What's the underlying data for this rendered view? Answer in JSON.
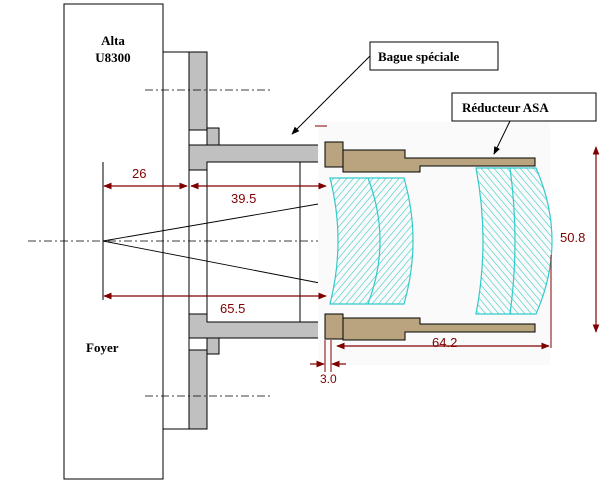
{
  "camera": {
    "name_line1": "Alta",
    "name_line2": "U8300"
  },
  "callouts": {
    "ring": "Bague spéciale",
    "reducer": "Réducteur ASA"
  },
  "focus_label": "Foyer",
  "dimensions": {
    "d26": "26",
    "d39_5": "39.5",
    "d65_5": "65.5",
    "d50_8": "50.8",
    "d64_2": "64.2",
    "d3_0": "3.0"
  },
  "colors": {
    "line": "#000000",
    "gray_fill": "#c0c0c0",
    "dim": "#800000",
    "lens": "#33c9c9",
    "tan": "#b9a47f"
  }
}
